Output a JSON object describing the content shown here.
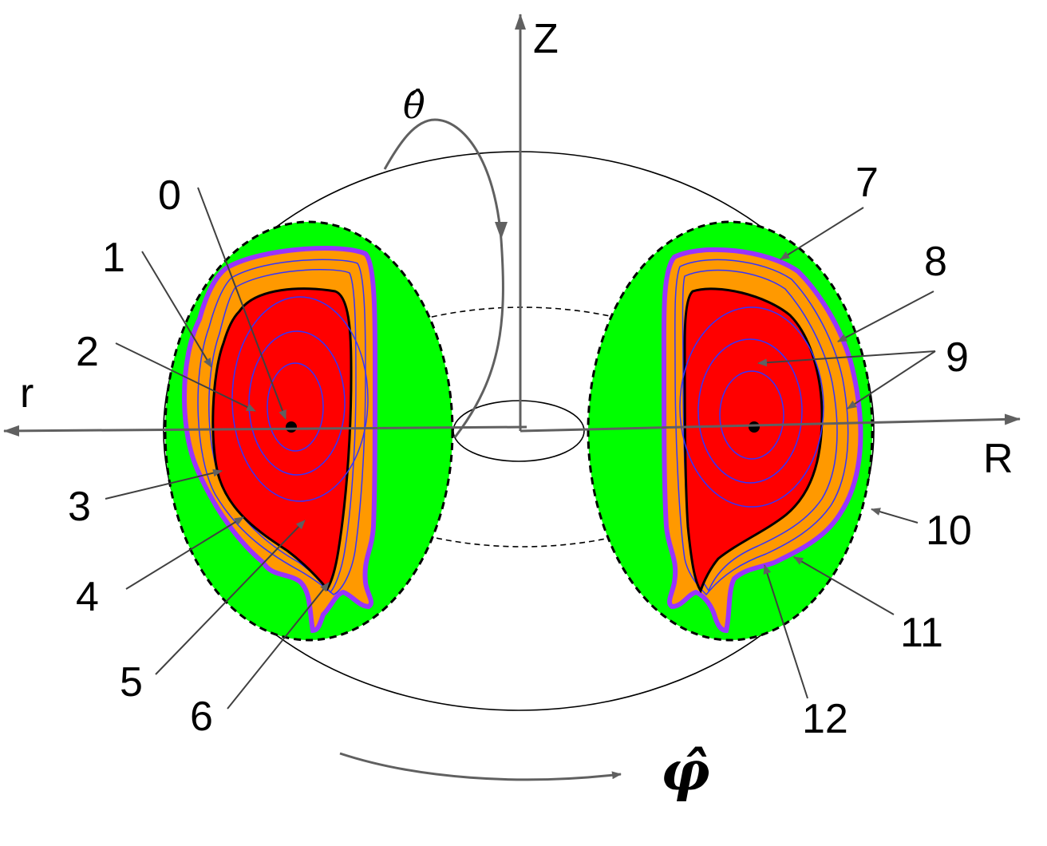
{
  "colors": {
    "edge_region": "#00ff00",
    "pedestal_region": "#ff9900",
    "core_region": "#ff0000",
    "separatrix_line": "#9933ff",
    "flux_surface_line": "#3333ff",
    "axis_line": "#606060"
  },
  "axes": {
    "vertical": "Z",
    "horizontal_right": "R",
    "horizontal_left": "r"
  },
  "directions": {
    "poloidal": "θ̂",
    "toroidal": "φ̂"
  },
  "callouts": [
    "0",
    "1",
    "2",
    "3",
    "4",
    "5",
    "6",
    "7",
    "8",
    "9",
    "10",
    "11",
    "12"
  ]
}
